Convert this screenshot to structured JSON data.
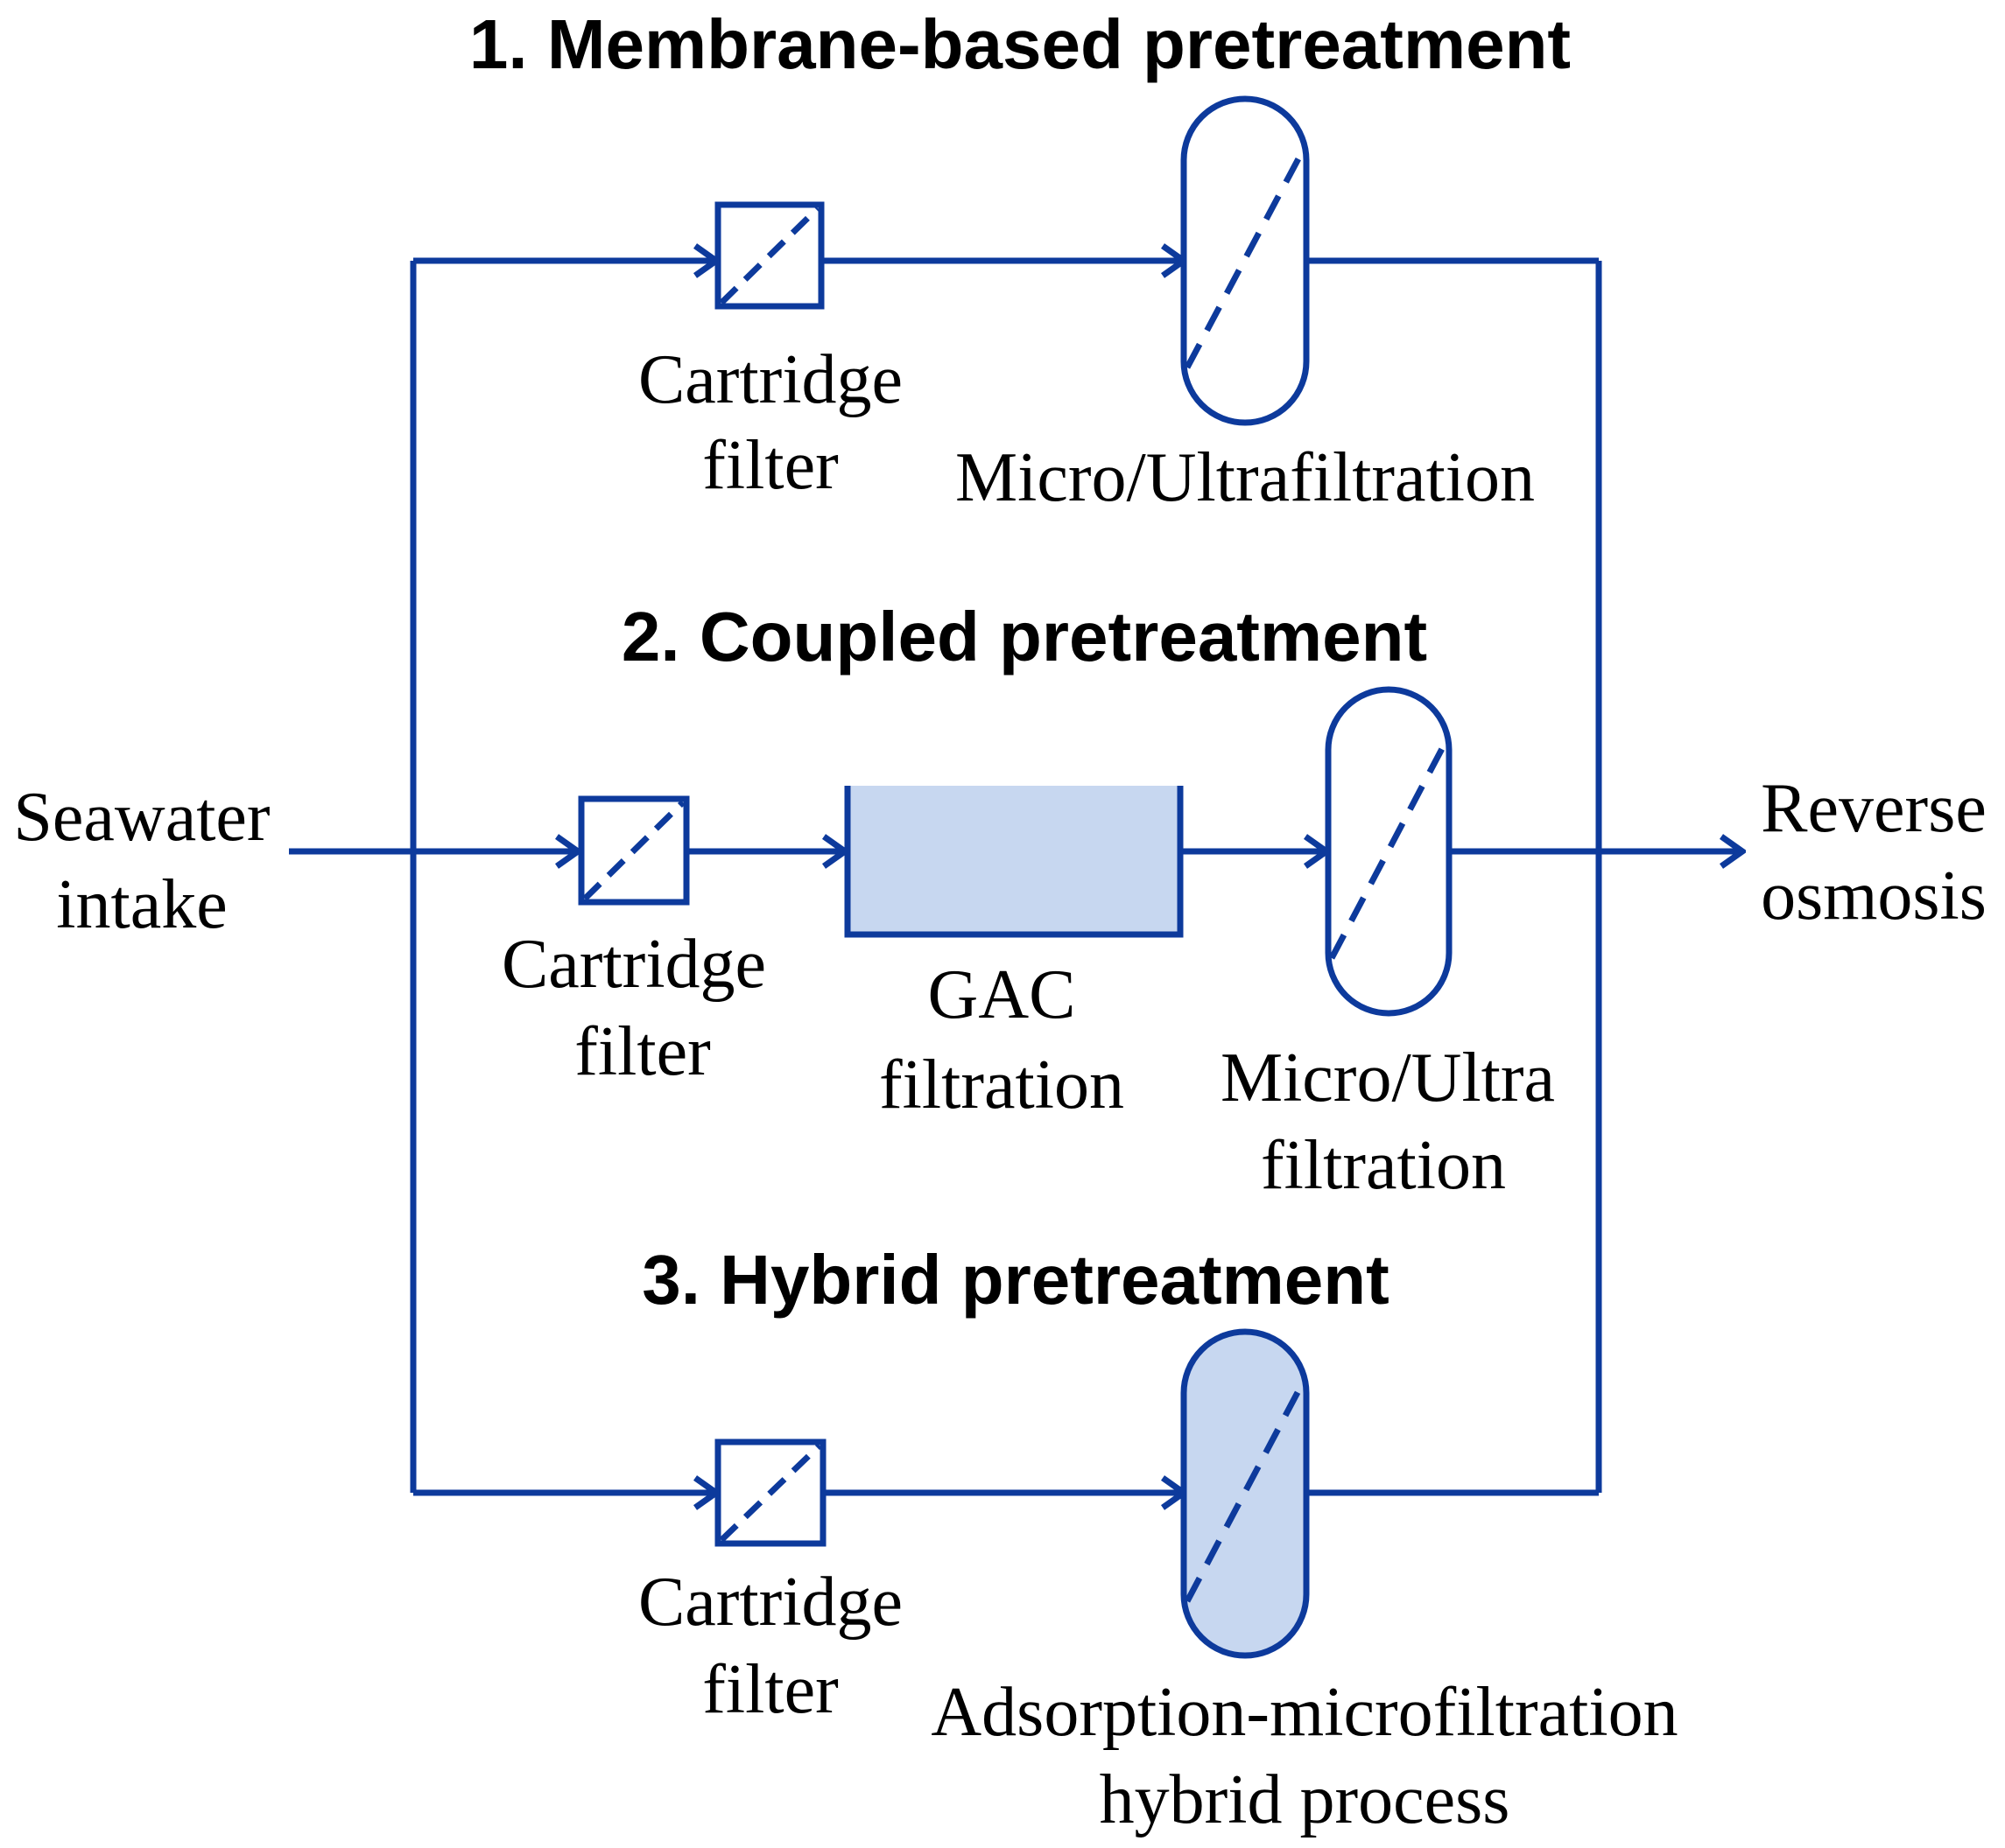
{
  "colors": {
    "line": "#0d3a9c",
    "fill": "#c7d7f0",
    "text": "#000000"
  },
  "headings": {
    "membrane": "1. Membrane-based pretreatment",
    "coupled": "2. Coupled pretreatment",
    "hybrid": "3. Hybrid pretreatment"
  },
  "io": {
    "intake": {
      "line1": "Seawater",
      "line2": "intake"
    },
    "output": {
      "line1": "Reverse",
      "line2": "osmosis"
    }
  },
  "row1": {
    "cartridge": {
      "line1": "Cartridge",
      "line2": "filter"
    },
    "mf": "Micro/Ultrafiltration"
  },
  "row2": {
    "cartridge": {
      "line1": "Cartridge",
      "line2": "filter"
    },
    "gac": {
      "line1": "GAC",
      "line2": "filtration"
    },
    "mf": {
      "line1": "Micro/Ultra",
      "line2": "filtration"
    }
  },
  "row3": {
    "cartridge": {
      "line1": "Cartridge",
      "line2": "filter"
    },
    "hybrid": {
      "line1": "Adsorption-microfiltration",
      "line2": "hybrid process"
    }
  }
}
